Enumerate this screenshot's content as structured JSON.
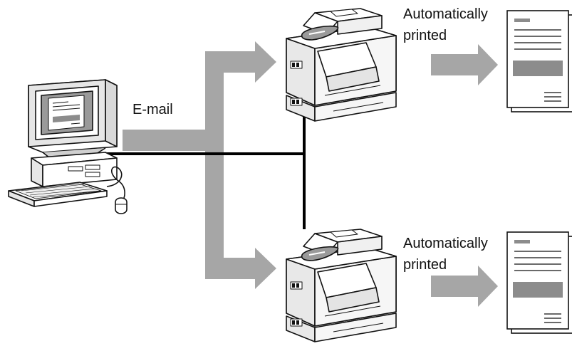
{
  "email_label": "E-mail",
  "top_printer": {
    "label_line1": "Automatically",
    "label_line2": "printed"
  },
  "bottom_printer": {
    "label_line1": "Automatically",
    "label_line2": "printed"
  },
  "colors": {
    "flow_arrow": "#a6a6a6",
    "network_line": "#000000",
    "outline": "#111111",
    "document_block": "#8c8c8c"
  },
  "icons": [
    "computer-icon",
    "printer-icon",
    "document-icon",
    "arrow-icon"
  ]
}
